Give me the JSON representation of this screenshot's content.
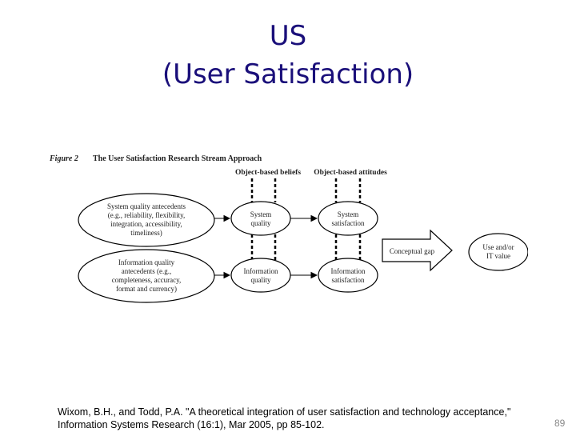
{
  "slide": {
    "title_line1": "US",
    "title_line2": "(User Satisfaction)",
    "title_color": "#1a0f7a",
    "citation_line1": "Wixom, B.H., and Todd, P.A. \"A theoretical integration of user satisfaction and technology acceptance,\"",
    "citation_line2": "Information Systems Research (16:1), Mar 2005, pp 85-102.",
    "page_number": "89"
  },
  "figure": {
    "label": "Figure 2",
    "caption": "The User Satisfaction Research Stream Approach",
    "header_beliefs": "Object-based beliefs",
    "header_attitudes": "Object-based attitudes",
    "system_antecedents": [
      "System quality antecedents",
      "(e.g., reliability, flexibility,",
      "integration, accessibility,",
      "timeliness)"
    ],
    "information_antecedents": [
      "Information quality",
      "antecedents (e.g.,",
      "completeness, accuracy,",
      "format and currency)"
    ],
    "system_quality": [
      "System",
      "quality"
    ],
    "information_quality": [
      "Information",
      "quality"
    ],
    "system_satisfaction": [
      "System",
      "satisfaction"
    ],
    "information_satisfaction": [
      "Information",
      "satisfaction"
    ],
    "conceptual_gap": "Conceptual gap",
    "use_value": [
      "Use and/or",
      "IT value"
    ]
  }
}
